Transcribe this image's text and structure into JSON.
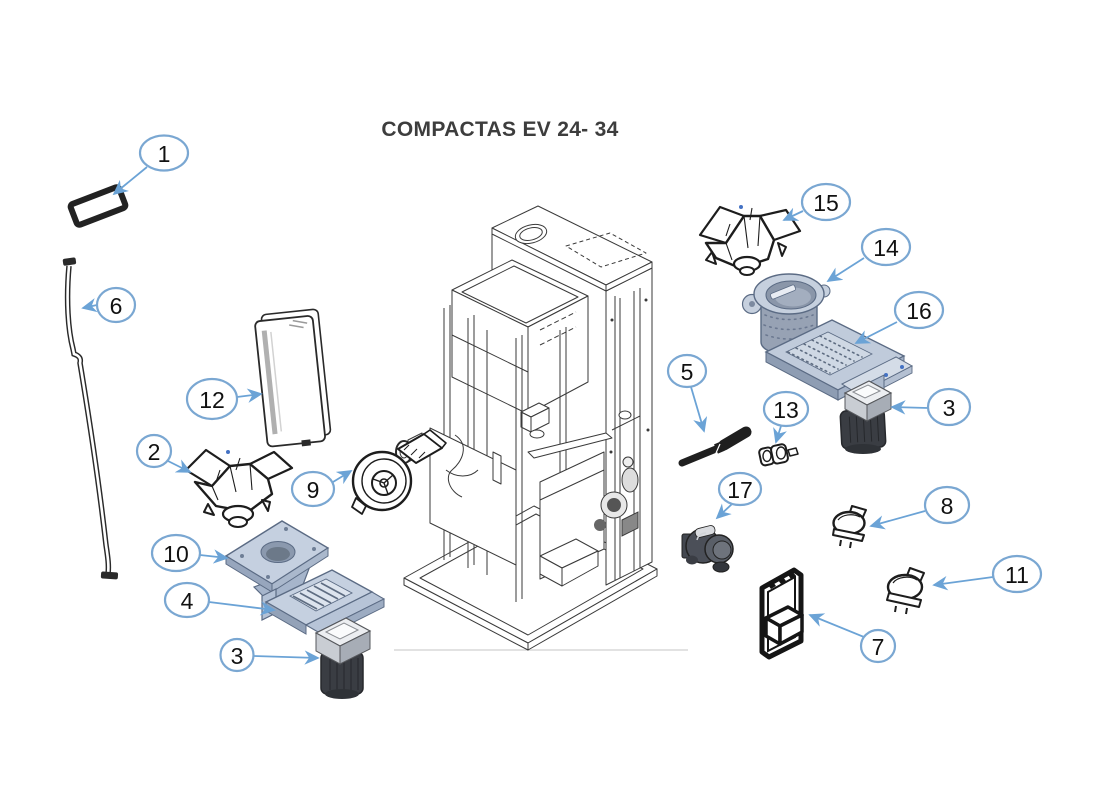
{
  "title": "COMPACTAS EV 24- 34",
  "callouts": [
    "1",
    "6",
    "12",
    "2",
    "9",
    "10",
    "4",
    "3",
    "15",
    "14",
    "16",
    "3",
    "5",
    "13",
    "17",
    "8",
    "11",
    "7"
  ],
  "colors": {
    "leader_accent": "#6ba3d6",
    "bubble_stroke": "#7aa7d2",
    "line_art": "#1d1d1d",
    "machine_line": "#3a3a3a",
    "part_blue_light": "#c5d0e0",
    "part_blue_mid": "#a3b1c6",
    "part_blue_dark": "#8e9db3",
    "part_blue_edge": "#5b6b84",
    "motor_body": "#3a3d43",
    "gearbox_light": "#eceef1",
    "screw_blue": "#4472c4",
    "ground_line": "#d8d8d8",
    "title_color": "#3d3d3d"
  }
}
